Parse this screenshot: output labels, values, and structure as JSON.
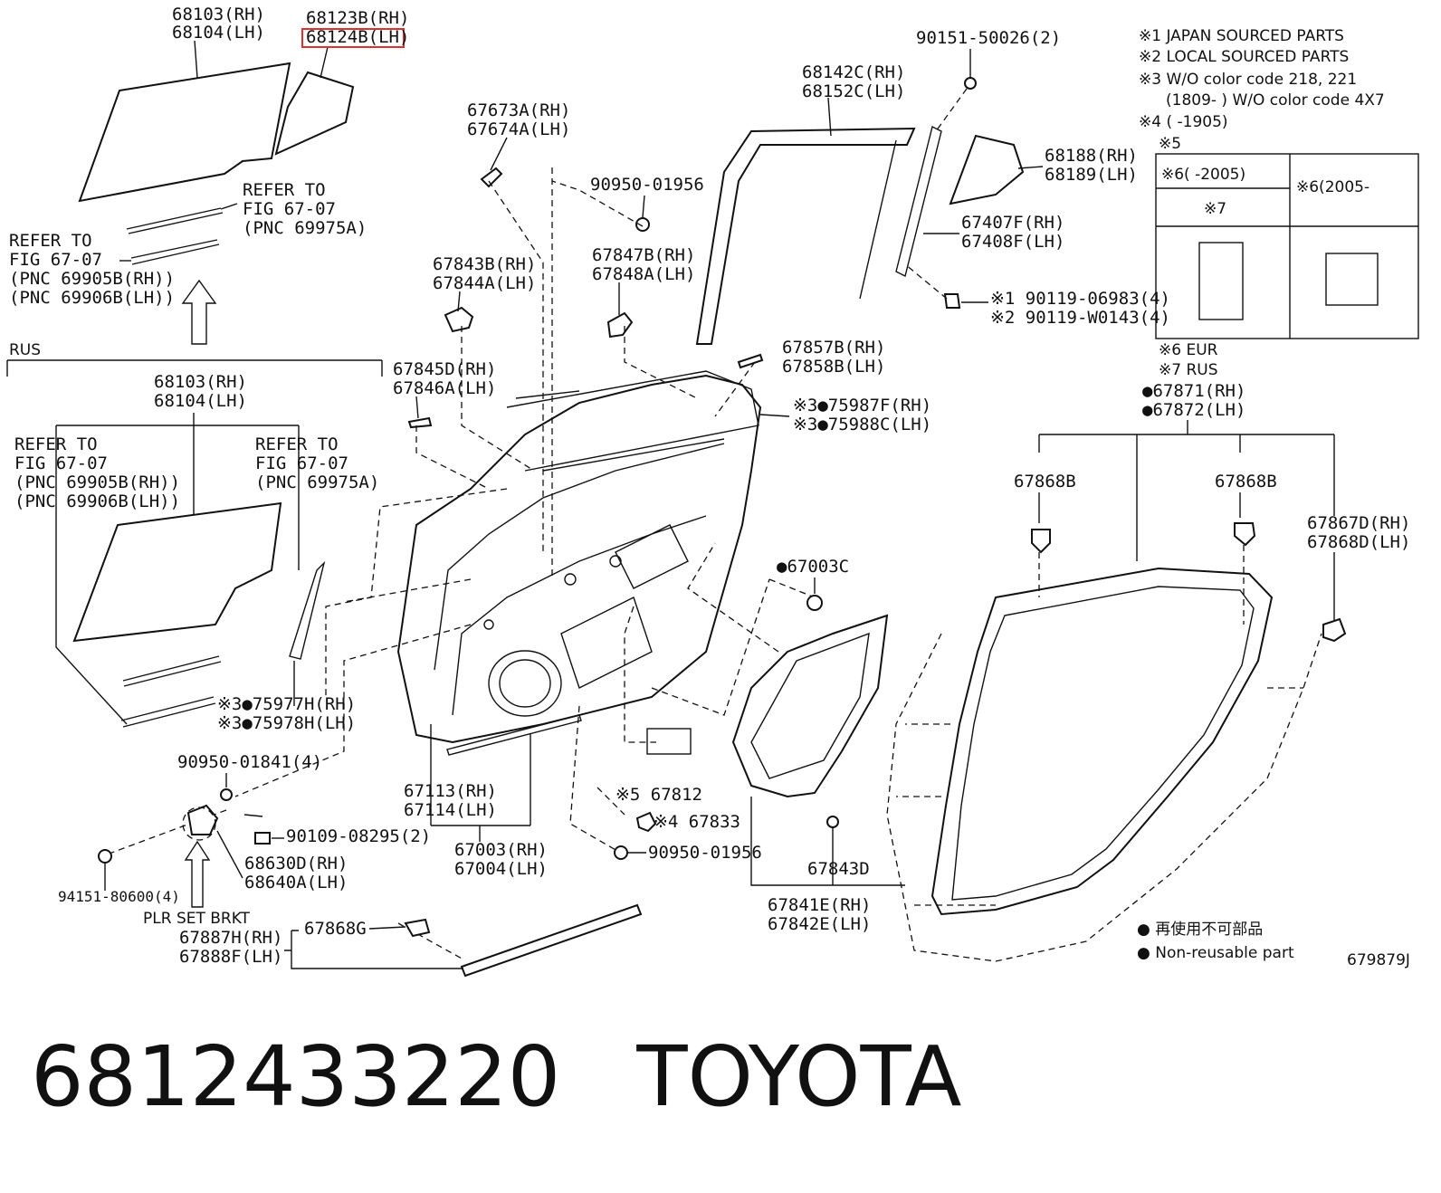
{
  "labels": {
    "l68103_rh": "68103(RH)",
    "l68104_lh": "68104(LH)",
    "l68123b_rh": "68123B(RH)",
    "l68124b_lh": "68124B(LH)",
    "refer_to_a": "REFER TO",
    "fig_a": "FIG 67-07",
    "pnc_a": "(PNC 69975A)",
    "refer_to_b": "REFER TO",
    "fig_b": "FIG 67-07",
    "pnc_b1": "(PNC 69905B(RH))",
    "pnc_b2": "(PNC 69906B(LH))",
    "rus": "RUS",
    "l68103_rh_2": "68103(RH)",
    "l68104_lh_2": "68104(LH)",
    "refer_to_c": "REFER TO",
    "fig_c": "FIG 67-07",
    "pnc_c1": "(PNC 69905B(RH))",
    "pnc_c2": "(PNC 69906B(LH))",
    "refer_to_d": "REFER TO",
    "fig_d": "FIG 67-07",
    "pnc_d": "(PNC 69975A)",
    "l67673a_rh": "67673A(RH)",
    "l67674a_lh": "67674A(LH)",
    "l90950_01956_a": "90950-01956",
    "l67843b_rh": "67843B(RH)",
    "l67844a_lh": "67844A(LH)",
    "l67847b_rh": "67847B(RH)",
    "l67848a_lh": "67848A(LH)",
    "l67845d_rh": "67845D(RH)",
    "l67846a_lh": "67846A(LH)",
    "l68142c_rh": "68142C(RH)",
    "l68152c_lh": "68152C(LH)",
    "l90151_50026": "90151-50026(2)",
    "l68188_rh": "68188(RH)",
    "l68189_lh": "68189(LH)",
    "l67407f_rh": "67407F(RH)",
    "l67408f_lh": "67408F(LH)",
    "l90119_06983": "※1 90119-06983(4)",
    "l90119_w0143": "※2 90119-W0143(4)",
    "l67857b_rh": "67857B(RH)",
    "l67858b_lh": "67858B(LH)",
    "l75987f_rh": "※3●75987F(RH)",
    "l75988c_lh": "※3●75988C(LH)",
    "l67003c": "●67003C",
    "l75977h_rh": "※3●75977H(RH)",
    "l75978h_lh": "※3●75978H(LH)",
    "l90950_01841": "90950-01841(4)",
    "l90109_08295": "90109-08295(2)",
    "l68630d_rh": "68630D(RH)",
    "l68640a_lh": "68640A(LH)",
    "l94151_80600": "94151-80600(4)",
    "plr_set_brkt": "PLR SET BRKT",
    "l67887h_rh": "67887H(RH)",
    "l67888f_lh": "67888F(LH)",
    "l67868g": "67868G",
    "l67113_rh": "67113(RH)",
    "l67114_lh": "67114(LH)",
    "l67003_rh": "67003(RH)",
    "l67004_lh": "67004(LH)",
    "l67812": "※5 67812",
    "l67833": "※4 67833",
    "l90950_01956_b": "90950-01956",
    "l67843d": "67843D",
    "l67841e_rh": "67841E(RH)",
    "l67842e_lh": "67842E(LH)",
    "l67871_rh": "●67871(RH)",
    "l67872_lh": "●67872(LH)",
    "l67868b_a": "67868B",
    "l67868b_b": "67868B",
    "l67867d_rh": "67867D(RH)",
    "l67868d_lh": "67868D(LH)"
  },
  "notes": {
    "n1": "※1 JAPAN SOURCED PARTS",
    "n2": "※2 LOCAL SOURCED PARTS",
    "n3": "※3 W/O color code 218, 221",
    "n3b": "(1809-      ) W/O color code 4X7",
    "n4": "※4 (        -1905)",
    "n5": "※5",
    "n6a": "※6(        -2005)",
    "n6b": "※6(2005-",
    "n7": "※7",
    "eur": "※6 EUR",
    "rus7": "※7 RUS"
  },
  "legend": {
    "jp": "● 再使用不可部品",
    "en": "● Non-reusable part",
    "ref": "679879J"
  },
  "footer": {
    "part_number": "6812433220",
    "brand": "TOYOTA"
  },
  "colors": {
    "highlight": "#e03030",
    "ink": "#111111"
  }
}
